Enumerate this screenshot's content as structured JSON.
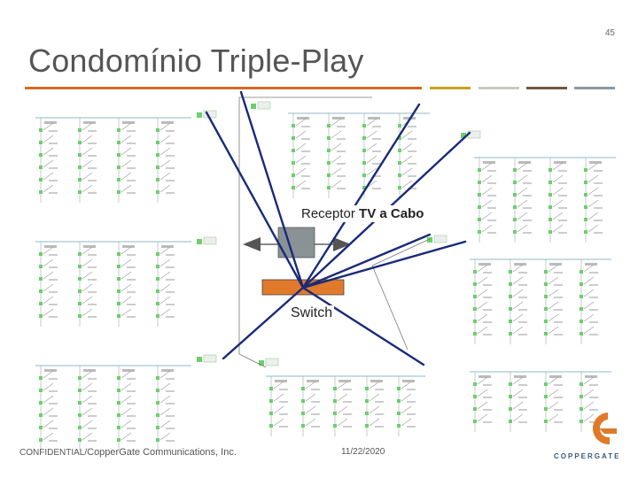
{
  "slide": {
    "page_number": "45",
    "title": "Condomínio Triple-Play"
  },
  "colors": {
    "title_rule": [
      "#d4691e",
      "#c8a21e",
      "#c9c9c0",
      "#6e5a3e",
      "#8c9aa0"
    ],
    "switch": "#e07a2a",
    "receptor": "#8a9296",
    "cable": "#1a2a7a"
  },
  "diagram": {
    "receptor_label_prefix": "Receptor ",
    "receptor_label_bold": "TV a Cabo",
    "switch_label": "Switch"
  },
  "footer": {
    "confidential_prefix": "CONFIDENTIAL/",
    "company": "CopperGate Communications, Inc.",
    "date": "11/22/2020"
  },
  "logo": {
    "text": "COPPERGATE",
    "icon": "coppergate-logo-icon"
  }
}
